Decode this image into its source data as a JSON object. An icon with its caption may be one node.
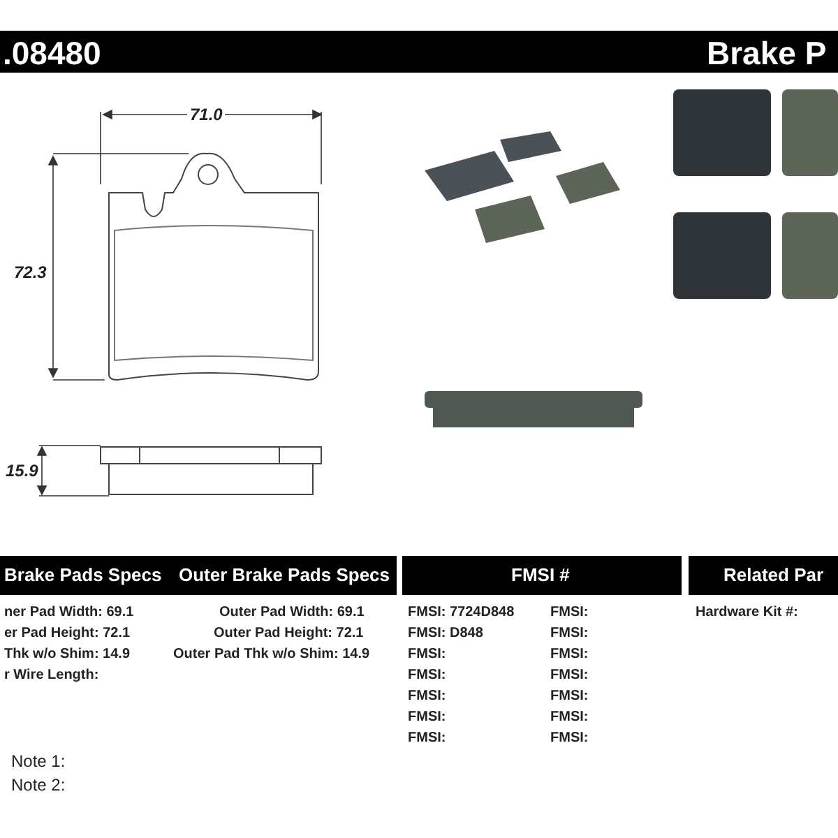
{
  "diagram": {
    "labels": [
      ".08480",
      "Brake P",
      "71.0",
      "72.3",
      "15.9",
      "Brake Pads Specs",
      "Outer Brake Pads Specs",
      "FMSI #",
      "Related Par",
      "ner Pad Width: 69.1",
      "Outer Pad Width: 69.1",
      "FMSI: 7724D848",
      "FMSI:",
      "Hardware Kit #:",
      "er Pad Height: 72.1",
      "Outer Pad Height: 72.1",
      "FMSI: D848",
      "FMSI:",
      "Thk w/o Shim: 14.9",
      "Outer Pad Thk w/o Shim: 14.9",
      "FMSI:",
      "FMSI:",
      "r Wire Length:",
      "FMSI:",
      "FMSI:",
      "FMSI:",
      "FMSI:",
      "FMSI:",
      "FMSI:",
      "FMSI:",
      "FMSI:",
      "Note 1:",
      "Note 2:"
    ]
  }
}
